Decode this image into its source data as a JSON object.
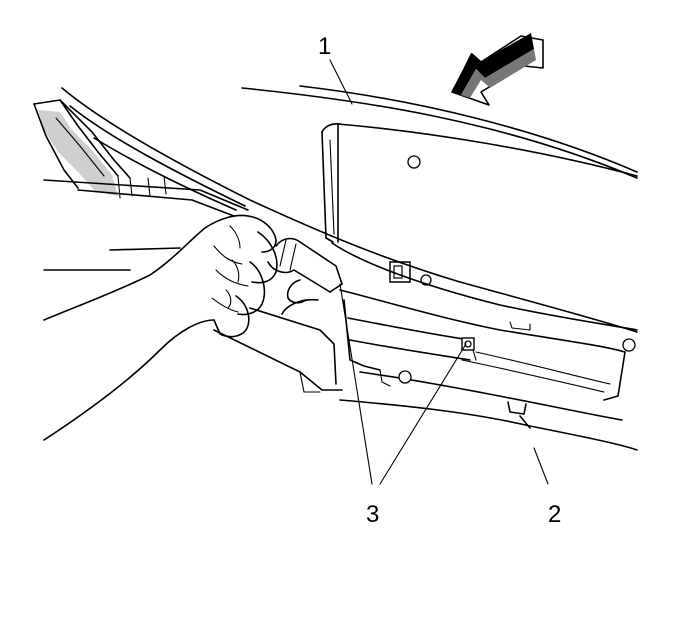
{
  "callouts": {
    "label_1": "1",
    "label_2": "2",
    "label_3": "3"
  },
  "colors": {
    "line": "#000000",
    "shade": "#cfcfcf",
    "background": "#ffffff"
  }
}
